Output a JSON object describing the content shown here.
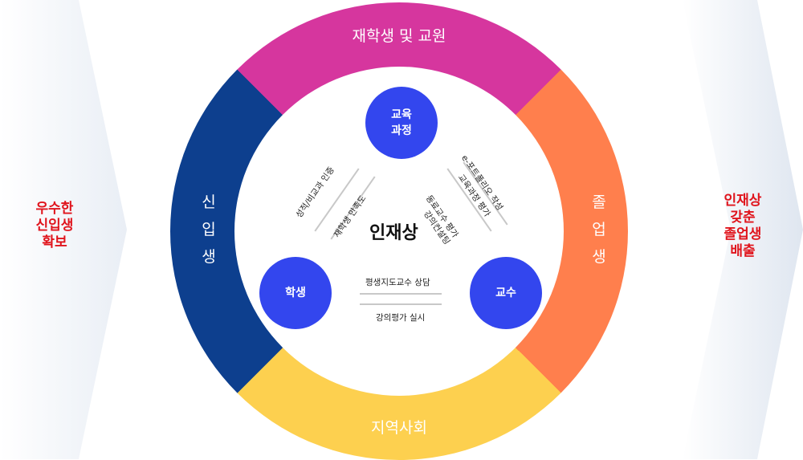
{
  "left_goal": "우수한\n신입생\n확보",
  "right_goal": "인재상\n갖춘\n졸업생\n배출",
  "segments": {
    "top": "재학생 및 교원",
    "right": "졸\n업\n생",
    "bottom": "지역사회",
    "left": "신\n입\n생"
  },
  "center": "인재상",
  "nodes": {
    "curriculum": "교육\n과정",
    "student": "학생",
    "professor": "교수"
  },
  "flows": {
    "left_up": "성적/비교과 인증",
    "left_down": "재학생 만족도",
    "right_down": "e-포트폴리오 작성",
    "right_down2": "교육과정 평가",
    "right_up": "동료교수 평가",
    "right_up2": "강의컨설팅",
    "bottom_left": "평생지도교수 상담",
    "bottom_right": "강의평가 실시"
  },
  "colors": {
    "magenta": "#d6369e",
    "orange": "#ff7f4d",
    "yellow": "#fdd04f",
    "navy": "#0d3f8e",
    "node": "#3346ee",
    "goal": "#e0141c"
  }
}
